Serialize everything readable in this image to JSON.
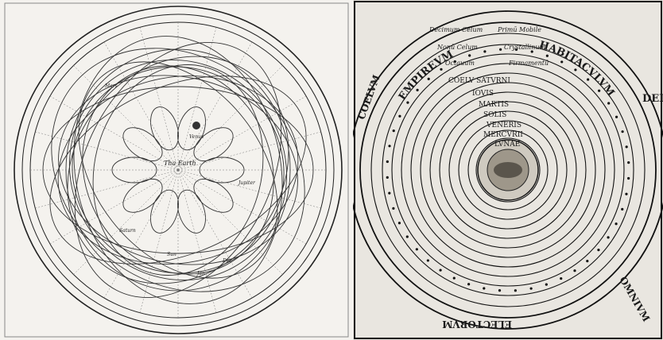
{
  "left_diagram": {
    "center_label": "Tha Earth",
    "planet_label": "Venus",
    "scattered_labels": [
      "Mars",
      "Jupiter",
      "Saturn",
      "Sun",
      "Jan",
      "Dec"
    ]
  },
  "right_diagram": {
    "outer_words": [
      "EMPIREVM",
      "HABITACVLVM",
      "DEI",
      "COELVM",
      "OMNIVM",
      "ELECTORVM"
    ],
    "sphere_labels": [
      "Decimum Celum",
      "Primū Mobile",
      "Nonū Celum",
      "Crystallinum",
      "Octauum",
      "Firmamentū",
      "COELV SATVRNI",
      "IOVIS",
      "MARTIS",
      "SOLIS",
      "VENERIS",
      "MERCVRII",
      "LVNAE"
    ]
  }
}
